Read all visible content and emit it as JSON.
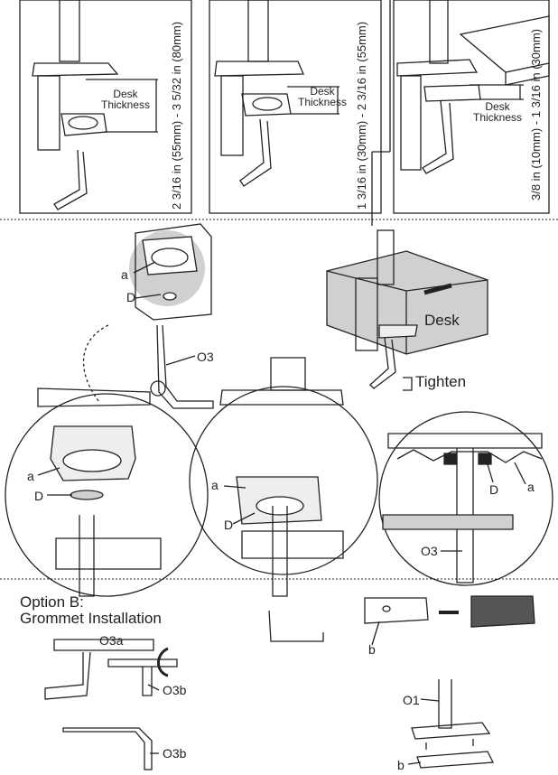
{
  "top_panels": {
    "desk_thickness": "Desk\nThickness",
    "range_1": "2 3/16 in (55mm) - 3 5/32 in (80mm)",
    "range_2": "1 3/16 in (30mm) - 2 3/16 in (55mm)",
    "range_3": "3/8 in (10mm) - 1 3/16 in (30mm)"
  },
  "middle": {
    "part_a": "a",
    "part_d": "D",
    "tool_o3": "O3",
    "desk": "Desk",
    "tighten": "Tighten"
  },
  "bottom": {
    "option_title": "Option B:",
    "option_subtitle": "Grommet Installation",
    "o3a": "O3a",
    "o3b": "O3b",
    "o1": "O1",
    "plate_b": "b"
  },
  "colors": {
    "line": "#222222",
    "shade": "#d0d0d0",
    "dark": "#555555"
  }
}
